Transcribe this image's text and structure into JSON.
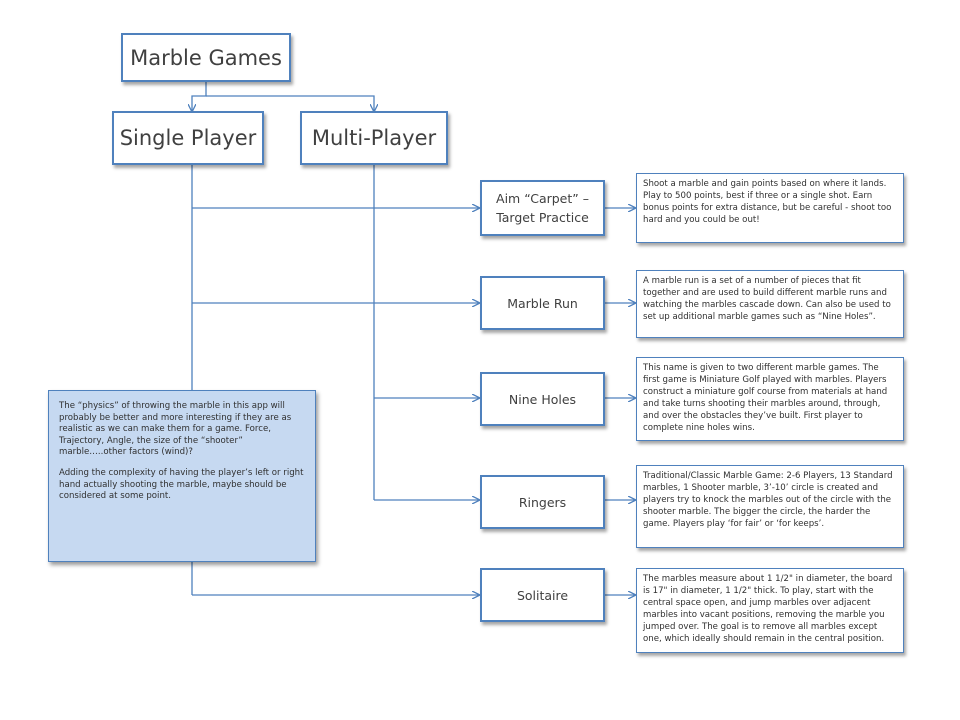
{
  "diagram": {
    "root": {
      "label": "Marble Games"
    },
    "modes": [
      {
        "label": "Single Player"
      },
      {
        "label": "Multi-Player"
      }
    ],
    "games": [
      {
        "label": "Aim “Carpet” – Target Practice",
        "description": "Shoot a marble and gain points based on where it lands. Play to 500 points, best if three or a single shot. Earn bonus points for extra distance, but be careful - shoot too hard and you could be out!"
      },
      {
        "label": "Marble Run",
        "description": "A marble run is a set of a number of pieces that fit together and are used to build different marble runs and watching the marbles cascade down. Can also be used to set up additional marble games such as “Nine Holes”."
      },
      {
        "label": "Nine Holes",
        "description": "This name is given to two different marble games. The first game is Miniature Golf played with marbles. Players construct a miniature golf course from materials at hand and take turns shooting their marbles around, through, and over the obstacles they’ve built. First player to complete nine holes wins."
      },
      {
        "label": "Ringers",
        "description": "Traditional/Classic Marble Game: 2-6 Players, 13 Standard marbles, 1 Shooter marble, 3’-10’ circle is created and players try to knock the marbles out of the circle with the shooter marble. The bigger the circle, the harder the game. Players play ‘for fair’ or ‘for keeps’."
      },
      {
        "label": "Solitaire",
        "description": "The marbles measure about 1 1/2\" in diameter, the board is 17\" in diameter, 1 1/2\" thick. To play, start with the central space open, and jump marbles over adjacent marbles into vacant positions, removing the marble you jumped over. The goal is to remove all marbles except one, which ideally should remain in the central position."
      }
    ],
    "note": {
      "paragraph_1": "The “physics” of throwing the marble in this app will probably be better and more interesting if they are as realistic as we can make them for a game. Force, Trajectory, Angle, the size of the “shooter” marble…..other factors (wind)?",
      "paragraph_2": "Adding the complexity of having the player’s left or right hand actually shooting the marble, maybe should be considered at some point."
    },
    "colors": {
      "box_border": "#4f81bd",
      "connector": "#4f81bd",
      "note_fill": "#c6d9f1",
      "text": "#404040"
    }
  }
}
